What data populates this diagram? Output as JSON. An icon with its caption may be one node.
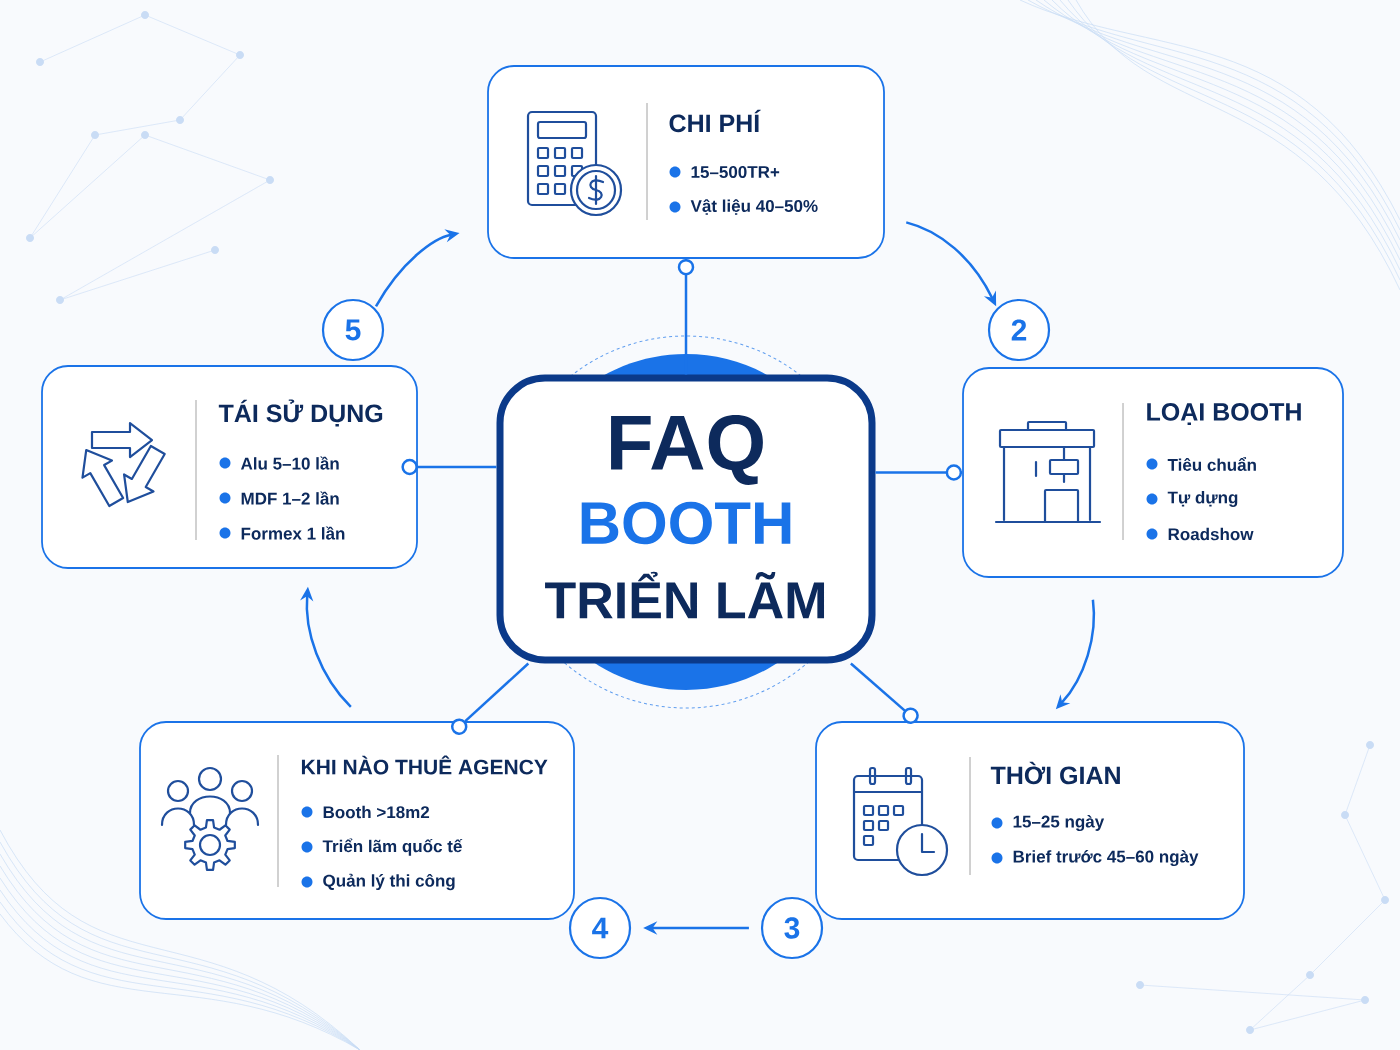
{
  "diagram": {
    "nodes": [
      {
        "text": [
          "FAQ",
          "BOOTH",
          "TRIỂN LÃM"
        ]
      },
      {
        "text": [
          "CHI PHÍ",
          "15–500TR+",
          "Vật liệu 40–50%"
        ]
      },
      {
        "text": [
          "LOẠI BOOTH",
          "Tiêu chuẩn",
          "Tự dựng",
          "Roadshow"
        ]
      },
      {
        "text": [
          "THỜI GIAN",
          "15–25 ngày",
          "Brief trước 45–60 ngày"
        ]
      },
      {
        "text": [
          "KHI NÀO THUÊ AGENCY",
          "Booth >18m2",
          "Triển lãm quốc tế",
          "Quản lý thi công"
        ]
      },
      {
        "text": [
          "TÁI SỬ DỤNG",
          "Alu 5–10 lần",
          "MDF 1–2 lần",
          "Formex 1 lần"
        ]
      },
      {
        "text": [
          "5"
        ]
      },
      {
        "text": [
          "2"
        ]
      },
      {
        "text": [
          "4"
        ]
      },
      {
        "text": [
          "3"
        ]
      }
    ],
    "edges": [
      {
        "from": 0,
        "to": 1,
        "arrow": "other"
      },
      {
        "from": 0,
        "to": 2,
        "arrow": "other"
      },
      {
        "from": 0,
        "to": 3,
        "arrow": "other"
      },
      {
        "from": 0,
        "to": 4,
        "arrow": "other"
      },
      {
        "from": 0,
        "to": 5,
        "arrow": "other"
      },
      {
        "from": 1,
        "to": 7,
        "arrow": "to"
      },
      {
        "from": 2,
        "to": 3,
        "arrow": "to"
      },
      {
        "from": 9,
        "to": 8,
        "arrow": "to"
      },
      {
        "from": 4,
        "to": 5,
        "arrow": "to"
      },
      {
        "from": 6,
        "to": 1,
        "arrow": "to"
      }
    ]
  }
}
